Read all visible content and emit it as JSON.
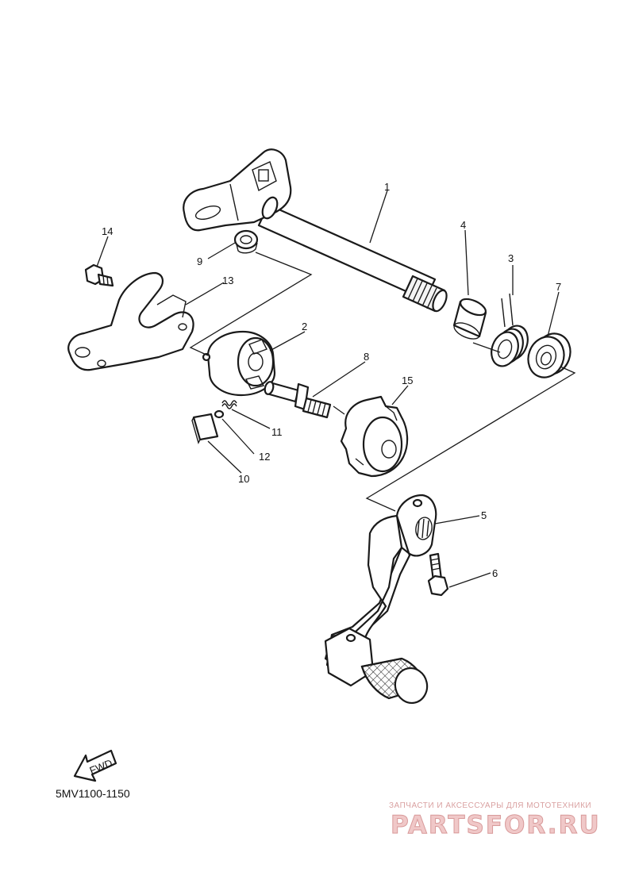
{
  "callouts": {
    "c1": "1",
    "c2": "2",
    "c3": "3",
    "c4": "4",
    "c5": "5",
    "c6": "6",
    "c7": "7",
    "c8": "8",
    "c9": "9",
    "c10": "10",
    "c11": "11",
    "c12": "12",
    "c13": "13",
    "c14": "14",
    "c15": "15"
  },
  "fwd_label": "FWD",
  "diagram_code": "5MV1100-1150",
  "watermark": {
    "subtitle": "ЗАПЧАСТИ И АКСЕССУАРЫ ДЛЯ МОТОТЕХНИКИ",
    "brand": "PARTSFOR.RU",
    "color": "#e8a6a6"
  }
}
